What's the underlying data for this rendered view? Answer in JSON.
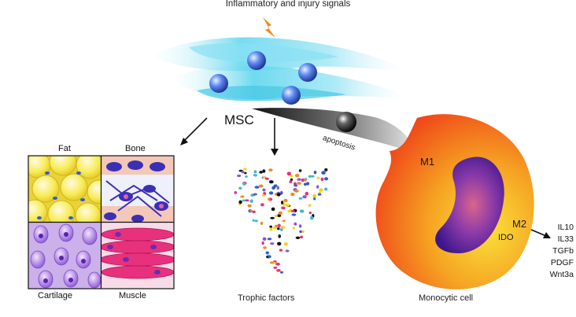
{
  "labels": {
    "signals": "Inflammatory and injury signals",
    "msc": "MSC",
    "apoptosis": "apoptosis",
    "fat": "Fat",
    "bone": "Bone",
    "cartilage": "Cartilage",
    "muscle": "Muscle",
    "trophic": "Trophic factors",
    "monocytic": "Monocytic cell",
    "m1": "M1",
    "m2": "M2",
    "ido": "IDO"
  },
  "cytokines": [
    "IL10",
    "IL33",
    "TGFb",
    "PDGF",
    "Wnt3a"
  ],
  "colors": {
    "lightning": "#f08a1c",
    "stroma": "#4fd0ea",
    "msc_cell": "#2c5fd8",
    "fat": "#f6e636",
    "bone_bg": "#f3c8b8",
    "bone_cell": "#3b2fb6",
    "cartilage": "#c9a6e8",
    "muscle": "#e8317c",
    "monocyte_outer": "#f24a1c",
    "monocyte_inner": "#f4c41d",
    "nucleus": "#4b1c92"
  }
}
